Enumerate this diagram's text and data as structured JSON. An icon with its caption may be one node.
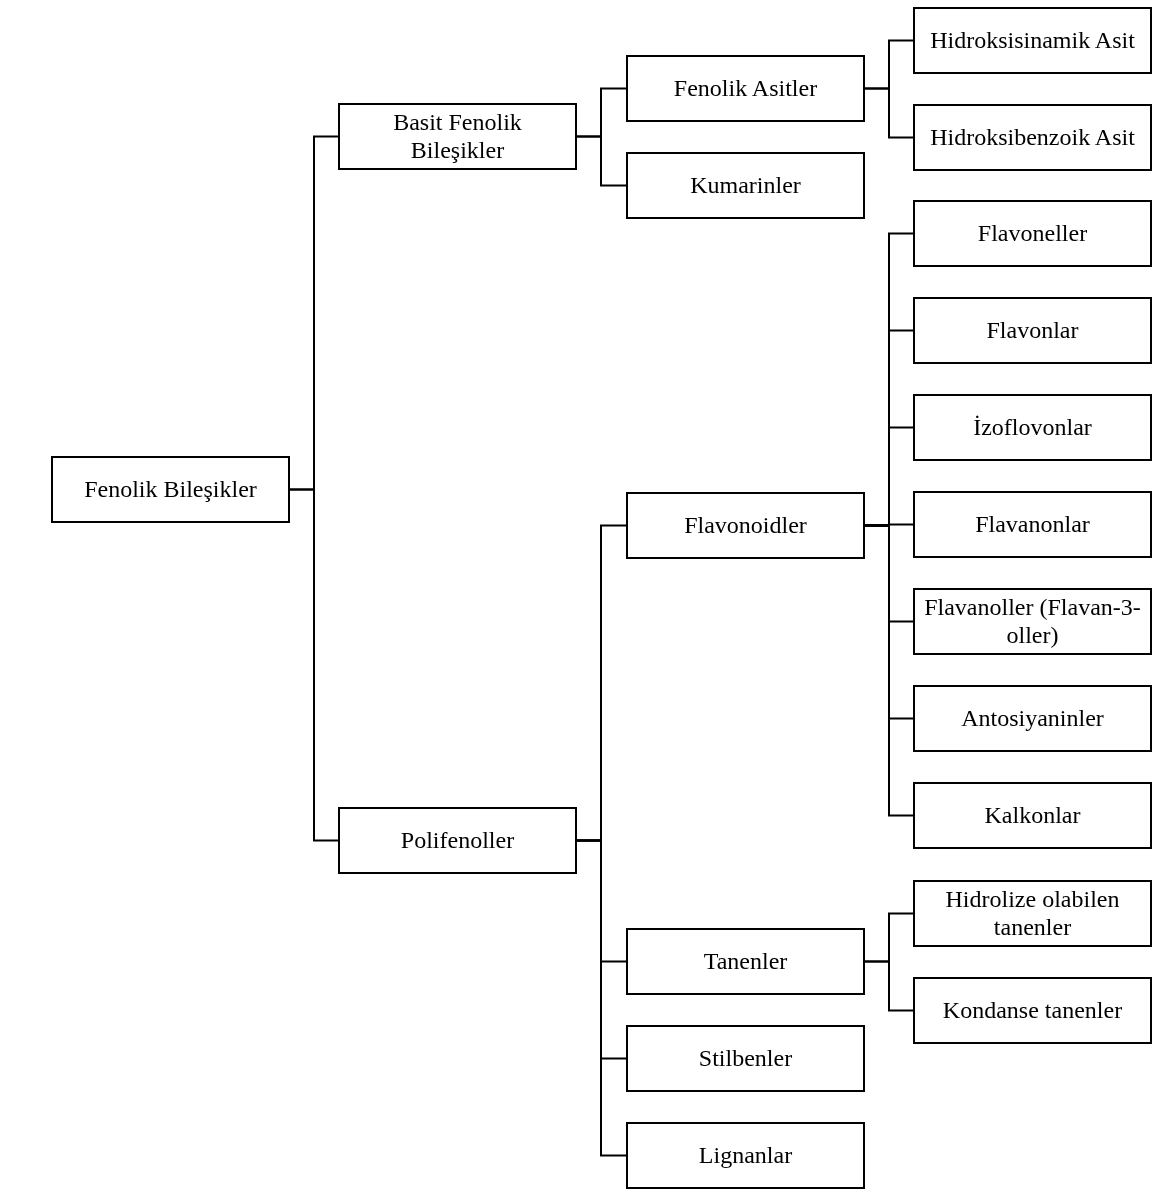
{
  "diagram": {
    "nodes": [
      {
        "text": [
          "Fenolik Bileşikler"
        ]
      },
      {
        "text": [
          "Basit Fenolik Bileşikler"
        ]
      },
      {
        "text": [
          "Polifenoller"
        ]
      },
      {
        "text": [
          "Fenolik Asitler"
        ]
      },
      {
        "text": [
          "Kumarinler"
        ]
      },
      {
        "text": [
          "Hidroksisinamik Asit"
        ]
      },
      {
        "text": [
          "Hidroksibenzoik Asit"
        ]
      },
      {
        "text": [
          "Flavonoidler"
        ]
      },
      {
        "text": [
          "Flavoneller"
        ]
      },
      {
        "text": [
          "Flavonlar"
        ]
      },
      {
        "text": [
          "İzoflovonlar"
        ]
      },
      {
        "text": [
          "Flavanonlar"
        ]
      },
      {
        "text": [
          "Flavanoller (Flavan-3-oller)"
        ]
      },
      {
        "text": [
          "Antosiyaninler"
        ]
      },
      {
        "text": [
          "Kalkonlar"
        ]
      },
      {
        "text": [
          "Tanenler"
        ]
      },
      {
        "text": [
          "Hidrolize olabilen tanenler"
        ]
      },
      {
        "text": [
          "Kondanse tanenler"
        ]
      },
      {
        "text": [
          "Stilbenler"
        ]
      },
      {
        "text": [
          "Lignanlar"
        ]
      }
    ],
    "edges": [
      {
        "from": 0,
        "to": 1,
        "arrow": "none"
      },
      {
        "from": 0,
        "to": 2,
        "arrow": "none"
      },
      {
        "from": 1,
        "to": 3,
        "arrow": "none"
      },
      {
        "from": 1,
        "to": 4,
        "arrow": "none"
      },
      {
        "from": 3,
        "to": 5,
        "arrow": "none"
      },
      {
        "from": 3,
        "to": 6,
        "arrow": "none"
      },
      {
        "from": 2,
        "to": 7,
        "arrow": "none"
      },
      {
        "from": 7,
        "to": 8,
        "arrow": "none"
      },
      {
        "from": 7,
        "to": 9,
        "arrow": "none"
      },
      {
        "from": 7,
        "to": 10,
        "arrow": "none"
      },
      {
        "from": 7,
        "to": 11,
        "arrow": "none"
      },
      {
        "from": 7,
        "to": 12,
        "arrow": "none"
      },
      {
        "from": 7,
        "to": 13,
        "arrow": "none"
      },
      {
        "from": 7,
        "to": 14,
        "arrow": "none"
      },
      {
        "from": 2,
        "to": 15,
        "arrow": "none"
      },
      {
        "from": 15,
        "to": 16,
        "arrow": "none"
      },
      {
        "from": 15,
        "to": 17,
        "arrow": "none"
      },
      {
        "from": 2,
        "to": 18,
        "arrow": "none"
      },
      {
        "from": 2,
        "to": 19,
        "arrow": "none"
      }
    ]
  }
}
